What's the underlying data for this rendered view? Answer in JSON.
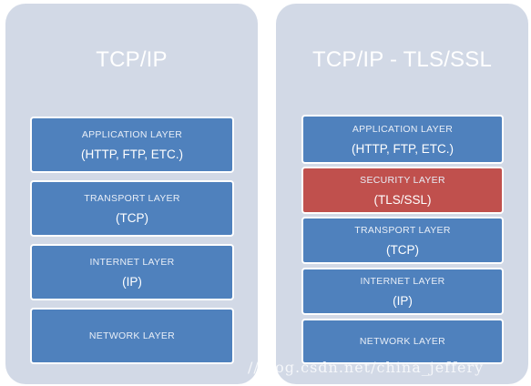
{
  "left_panel": {
    "title": "TCP/IP",
    "layers": [
      {
        "name": "APPLICATION LAYER",
        "protocol": "(HTTP, FTP, ETC.)",
        "color": "#4f81bd"
      },
      {
        "name": "TRANSPORT LAYER",
        "protocol": "(TCP)",
        "color": "#4f81bd"
      },
      {
        "name": "INTERNET LAYER",
        "protocol": "(IP)",
        "color": "#4f81bd"
      },
      {
        "name": "NETWORK LAYER",
        "protocol": "",
        "color": "#4f81bd"
      }
    ]
  },
  "right_panel": {
    "title": "TCP/IP - TLS/SSL",
    "layers": [
      {
        "name": "APPLICATION LAYER",
        "protocol": "(HTTP, FTP, ETC.)",
        "color": "#4f81bd"
      },
      {
        "name": "SECURITY LAYER",
        "protocol": "(TLS/SSL)",
        "color": "#c0504d"
      },
      {
        "name": "TRANSPORT LAYER",
        "protocol": "(TCP)",
        "color": "#4f81bd"
      },
      {
        "name": "INTERNET LAYER",
        "protocol": "(IP)",
        "color": "#4f81bd"
      },
      {
        "name": "NETWORK LAYER",
        "protocol": "",
        "color": "#4f81bd"
      }
    ]
  },
  "watermark": "//blog.csdn.net/china_jeffery"
}
